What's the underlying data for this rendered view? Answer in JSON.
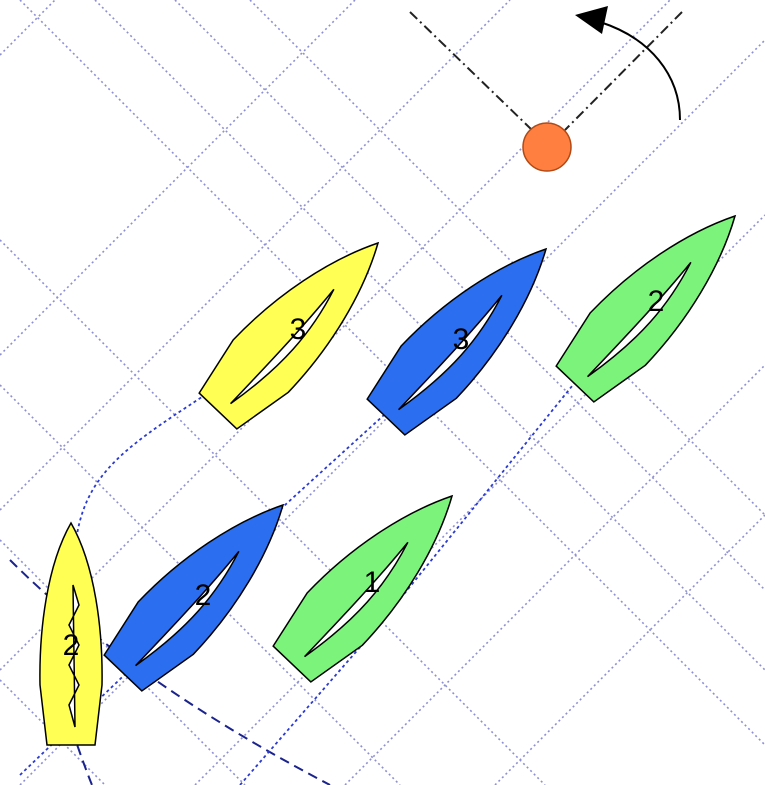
{
  "colors": {
    "background": "#ffffff",
    "grid": "#8e90d4",
    "track": "#2b3bd0",
    "zone": "#1b238c",
    "mark": "#ff7f40",
    "yellow": "#ffff54",
    "blue": "#2b6ff0",
    "green": "#7cf47c"
  },
  "icons": {
    "mark": "orange-mark-buoy-icon",
    "wind_shift": "wind-shift-arrow-icon"
  },
  "boats": [
    {
      "name": "yellow-boat-position-2",
      "color": "yellow",
      "label": "2"
    },
    {
      "name": "yellow-boat-position-3",
      "color": "yellow",
      "label": "3"
    },
    {
      "name": "blue-boat-position-2",
      "color": "blue",
      "label": "2"
    },
    {
      "name": "blue-boat-position-3",
      "color": "blue",
      "label": "3"
    },
    {
      "name": "green-boat-position-1",
      "color": "green",
      "label": "1"
    },
    {
      "name": "green-boat-position-2",
      "color": "green",
      "label": "2"
    }
  ]
}
